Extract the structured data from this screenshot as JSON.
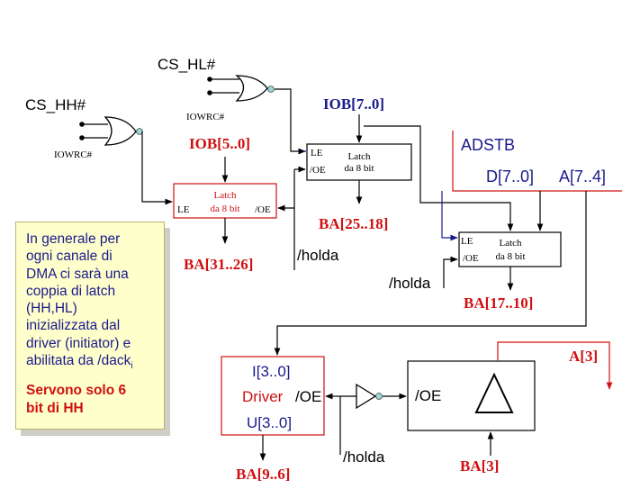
{
  "gates": {
    "cs_hl": "CS_HL#",
    "cs_hh": "CS_HH#",
    "iowrc_top": "IOWRC#",
    "iowrc_left": "IOWRC#"
  },
  "buses": {
    "iob_hi": "IOB[7..0]",
    "iob_lo": "IOB[5..0]",
    "ba_25_18": "BA[25..18]",
    "ba_31_26": "BA[31..26]",
    "ba_17_10": "BA[17..10]",
    "ba_9_6": "BA[9..6]",
    "ba_3": "BA[3]",
    "a3": "A[3]"
  },
  "latches": {
    "title": "Latch",
    "subtitle": "da 8 bit",
    "le": "LE",
    "oe": "/OE"
  },
  "signals": {
    "holda": "/holda",
    "oe": "/OE"
  },
  "adstb_box": {
    "title": "ADSTB",
    "d": "D[7..0]",
    "a": "A[7..4]"
  },
  "driver": {
    "i": "I[3..0]",
    "label": "Driver",
    "oe": "/OE",
    "u": "U[3..0]"
  },
  "note": {
    "line1": "In generale per",
    "line2": "ogni canale di",
    "line3": "DMA ci sarà una",
    "line4": "coppia di latch",
    "line5": "(HH,HL)",
    "line6": "inizializzata dal",
    "line7": "driver (initiator) e",
    "line8_main": "abilitata da /dack",
    "line8_sub": "i",
    "red_line1": "Servono solo 6",
    "red_line2": "bit di HH"
  },
  "colors": {
    "blue": "#1a1a8c",
    "red": "#d01010",
    "note_bg": "#ffffcc"
  }
}
